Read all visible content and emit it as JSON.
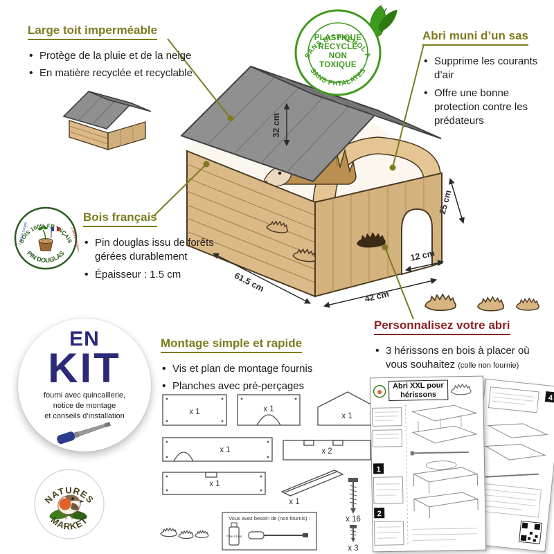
{
  "colors": {
    "heading_olive": "#7d7b1e",
    "heading_red": "#8c2121",
    "badge_green": "#3e9a1c",
    "kit_navy": "#2a2a78",
    "wood_tan": "#dcba88",
    "roof_gray": "#8f8f8f"
  },
  "sections": {
    "roof": {
      "title": "Large toit imperméable",
      "bullets": [
        "Protège de la pluie et de la neige",
        "En matière recyclée et recyclable"
      ]
    },
    "sas": {
      "title": "Abri muni d’un sas",
      "bullets": [
        "Supprime les courants d’air",
        "Offre une bonne protection contre les prédateurs"
      ]
    },
    "wood": {
      "title": "Bois français",
      "bullets": [
        "Pin douglas issu de forêts gérées durablement",
        "Épaisseur : 1.5 cm"
      ]
    },
    "assembly": {
      "title": "Montage simple et rapide",
      "bullets": [
        "Vis et plan de montage fournis",
        "Planches avec pré-perçages"
      ]
    },
    "customize": {
      "title": "Personnalisez votre abri",
      "bullet": "3 hérissons en bois à placer où vous souhaitez",
      "note": "(colle non fournie)"
    }
  },
  "recycled_badge": {
    "arc_top": "SANS BISPHENOL A",
    "arc_bottom": "SANS PHTALATES",
    "line1": "PLASTIQUE",
    "line2": "RECYCLÉ",
    "line3": "NON",
    "line4": "TOXIQUE"
  },
  "wood_badge": {
    "arc_top": "BOIS 100% FRANÇAIS",
    "arc_bottom": "PIN DOUGLAS",
    "left": "1 arbre coupé",
    "right": "1 arbre replanté"
  },
  "kit_badge": {
    "word1": "EN",
    "word2": "KIT",
    "sub1": "fourni avec quincaillerie,",
    "sub2": "notice de montage",
    "sub3": "et conseils d’installation"
  },
  "brand": {
    "top": "NATURES",
    "bottom": "MARKET"
  },
  "dimensions": {
    "height": "32 cm",
    "depth": "25 cm",
    "length": "61.5 cm",
    "width": "42 cm",
    "door": "12 cm"
  },
  "parts": {
    "p1": "x 1",
    "p2": "x 1",
    "p3": "x 1",
    "p4": "x 1",
    "p5": "x 2",
    "p6": "x 1",
    "p7": "x 1",
    "screws_large": "x 16",
    "screws_small": "x 3",
    "need_title": "Vous avez besoin de (non fournis) :",
    "glue": "Colle à bois"
  },
  "manual": {
    "title_line1": "Abri XXL pour",
    "title_line2": "hérissons",
    "step1": "1",
    "step2": "2",
    "step4": "4"
  }
}
